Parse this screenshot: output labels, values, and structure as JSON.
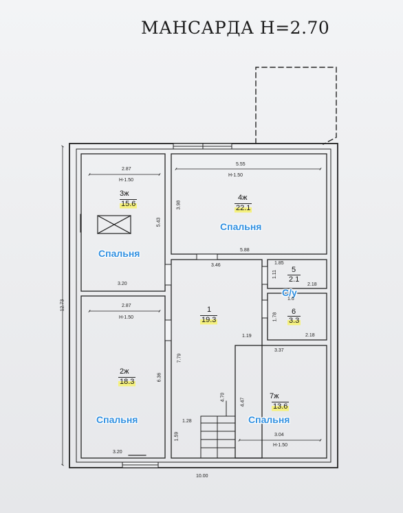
{
  "title": "МАНСАРДА  H=2.70",
  "overall": {
    "height_dim": "12.73",
    "width_dim": "10.00"
  },
  "rooms": [
    {
      "id": "3",
      "num": "3ж",
      "area": "15.6",
      "width": "2.87",
      "height_note": "H-1.50",
      "side": "5.43",
      "bottom": "3.20",
      "label": "Спальня"
    },
    {
      "id": "4",
      "num": "4ж",
      "area": "22.1",
      "width": "5.55",
      "height_note": "H-1.50",
      "side": "3.98",
      "bottom": "5.88",
      "label": "Спальня"
    },
    {
      "id": "5",
      "num": "5",
      "area": "2.1",
      "width": "1.85",
      "side": "1.11",
      "right": "2.18",
      "label": "С/у"
    },
    {
      "id": "6",
      "num": "6",
      "area": "3.3",
      "width": "1.6",
      "side": "1.78",
      "bottom": "2.18"
    },
    {
      "id": "1",
      "num": "1",
      "area": "19.3",
      "width": "3.46",
      "side": "7.79",
      "inner": "1.19",
      "stair_w": "1.28",
      "stair_h": "1.59",
      "stair_side": "4.70"
    },
    {
      "id": "2",
      "num": "2ж",
      "area": "18.3",
      "width": "2.87",
      "height_note": "H-1.50",
      "side": "6.36",
      "bottom": "3.20",
      "label": "Спальня"
    },
    {
      "id": "7",
      "num": "7ж",
      "area": "13.6",
      "width": "3.37",
      "side": "4.47",
      "bottom": "3.04",
      "height_note": "H-1.50",
      "label": "Спальня"
    }
  ]
}
